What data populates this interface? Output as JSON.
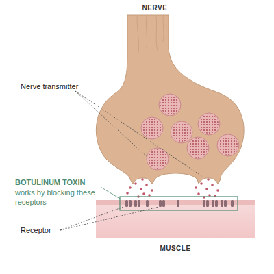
{
  "diagram": {
    "labels": [
      "NERVE",
      "Nerve transmitter",
      "BOTULINUM TOXIN",
      "works by blocking these receptors",
      "Receptor",
      "MUSCLE"
    ]
  }
}
